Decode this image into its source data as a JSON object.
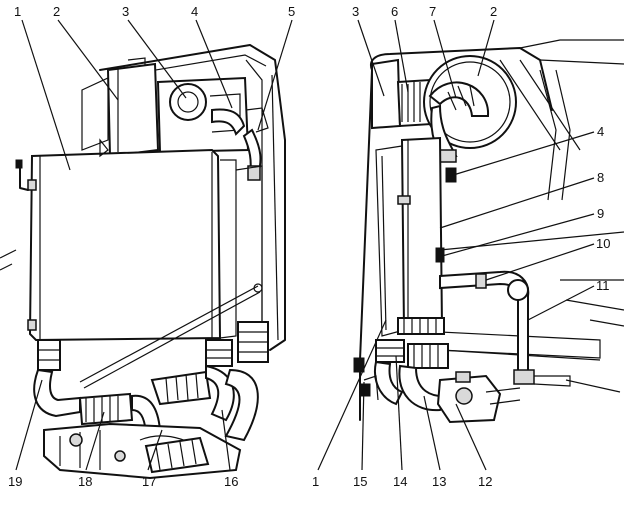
{
  "left_view": {
    "callouts": [
      "1",
      "2",
      "3",
      "4",
      "5",
      "19",
      "18",
      "17",
      "16"
    ]
  },
  "right_view": {
    "callouts": [
      "3",
      "6",
      "7",
      "2",
      "4",
      "8",
      "9",
      "10",
      "11",
      "1",
      "15",
      "14",
      "13",
      "12"
    ]
  }
}
